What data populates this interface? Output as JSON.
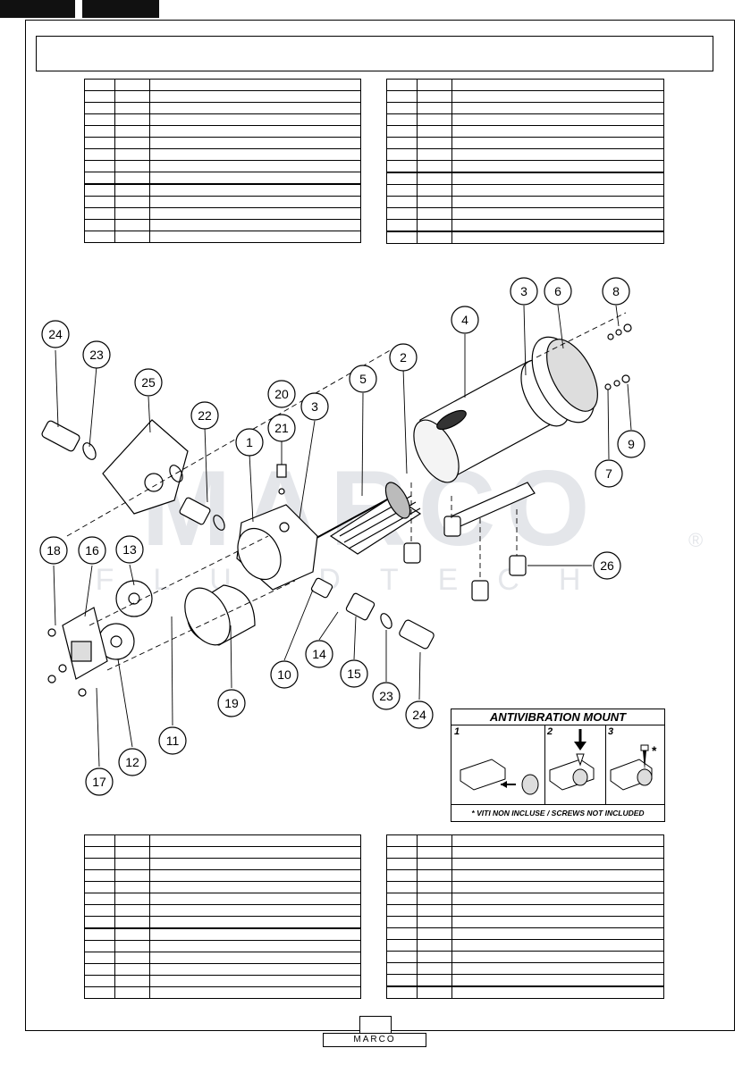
{
  "callouts": [
    {
      "id": "c24a",
      "label": "24"
    },
    {
      "id": "c23a",
      "label": "23"
    },
    {
      "id": "c25",
      "label": "25"
    },
    {
      "id": "c22",
      "label": "22"
    },
    {
      "id": "c1",
      "label": "1"
    },
    {
      "id": "c20",
      "label": "20"
    },
    {
      "id": "c21",
      "label": "21"
    },
    {
      "id": "c3a",
      "label": "3"
    },
    {
      "id": "c5",
      "label": "5"
    },
    {
      "id": "c2",
      "label": "2"
    },
    {
      "id": "c4",
      "label": "4"
    },
    {
      "id": "c3b",
      "label": "3"
    },
    {
      "id": "c6",
      "label": "6"
    },
    {
      "id": "c8",
      "label": "8"
    },
    {
      "id": "c9",
      "label": "9"
    },
    {
      "id": "c7",
      "label": "7"
    },
    {
      "id": "c26",
      "label": "26"
    },
    {
      "id": "c18",
      "label": "18"
    },
    {
      "id": "c16",
      "label": "16"
    },
    {
      "id": "c13",
      "label": "13"
    },
    {
      "id": "c10",
      "label": "10"
    },
    {
      "id": "c14",
      "label": "14"
    },
    {
      "id": "c15",
      "label": "15"
    },
    {
      "id": "c23b",
      "label": "23"
    },
    {
      "id": "c24b",
      "label": "24"
    },
    {
      "id": "c19",
      "label": "19"
    },
    {
      "id": "c11",
      "label": "11"
    },
    {
      "id": "c12",
      "label": "12"
    },
    {
      "id": "c17",
      "label": "17"
    }
  ],
  "watermark": {
    "logo": "MARCO",
    "tagline": "FLUIDTECH",
    "registered": "®"
  },
  "mount": {
    "title": "ANTIVIBRATION MOUNT",
    "steps": [
      "1",
      "2",
      "3"
    ],
    "asterisk": "*",
    "note": "* VITI NON INCLUSE / SCREWS NOT INCLUDED"
  },
  "footer": {
    "brand": "MARCO"
  },
  "colors": {
    "line": "#000000",
    "callout_fill": "#ffffff",
    "watermark": "#e4e6ea",
    "tab": "#111111"
  }
}
